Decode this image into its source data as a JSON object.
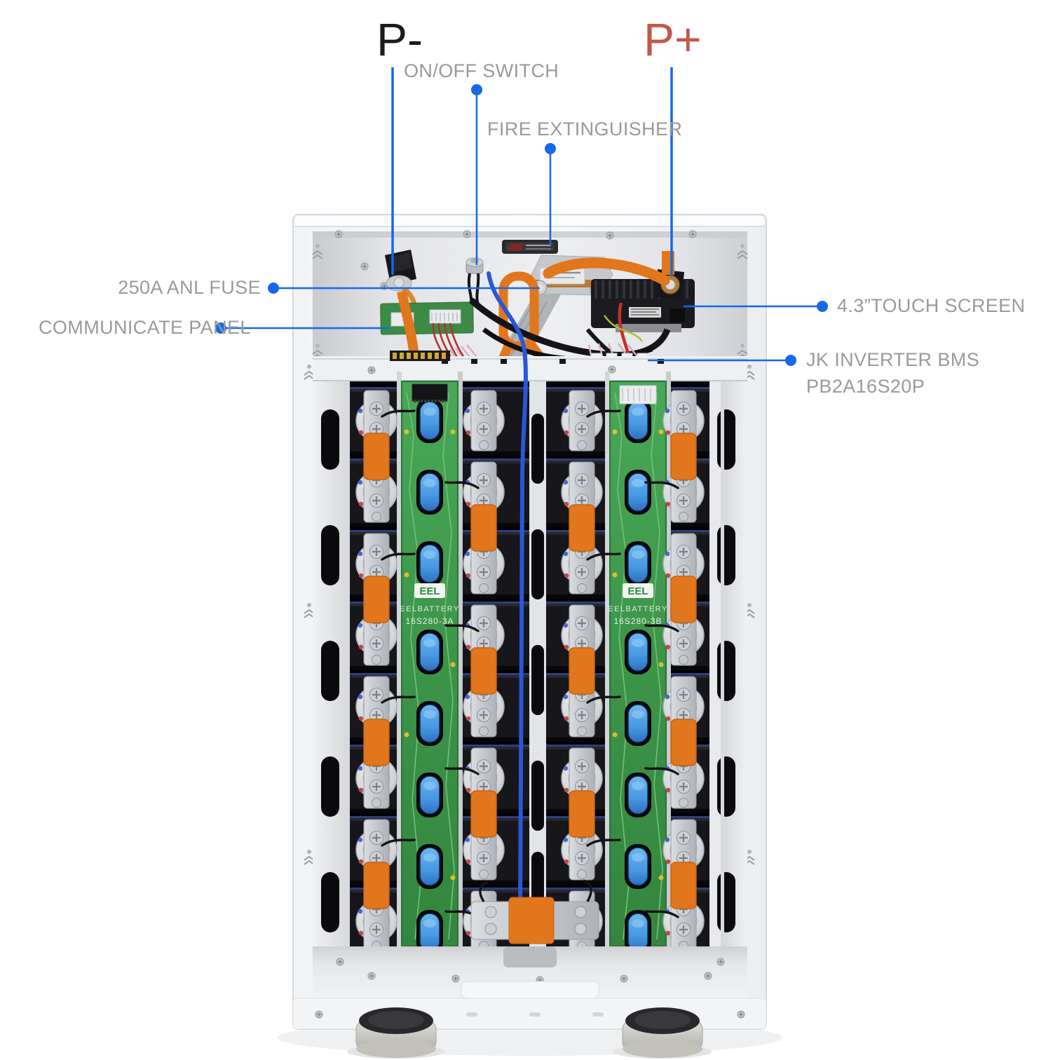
{
  "diagram": {
    "title_hint": "EEL battery cabinet internal components diagram",
    "labels": {
      "p_minus": "P-",
      "p_plus": "P+",
      "on_off_switch": "ON/OFF SWITCH",
      "fire_extinguisher": "FIRE EXTINGUISHER",
      "anl_fuse": "250A ANL FUSE",
      "communicate_panel": "COMMUNICATE PANEL",
      "touch_screen": "4.3”TOUCH SCREEN",
      "bms_line1": "JK INVERTER BMS",
      "bms_line2": "PB2A16S20P"
    },
    "device": {
      "brand_logo": "EEL",
      "brand_name": "EELBATTERY",
      "module_left": "16S280-3A",
      "module_right": "16S280-3B"
    },
    "colors": {
      "leader_blue": "#1569e8",
      "label_gray": "#9a9a9d",
      "p_minus_black": "#1b1b1d",
      "p_plus_red": "#c25749",
      "pcb_green": "#3e9e4e",
      "tape_orange": "#e2761d",
      "cell_black": "#16161b",
      "cabinet_white": "#f5f6f8"
    }
  }
}
